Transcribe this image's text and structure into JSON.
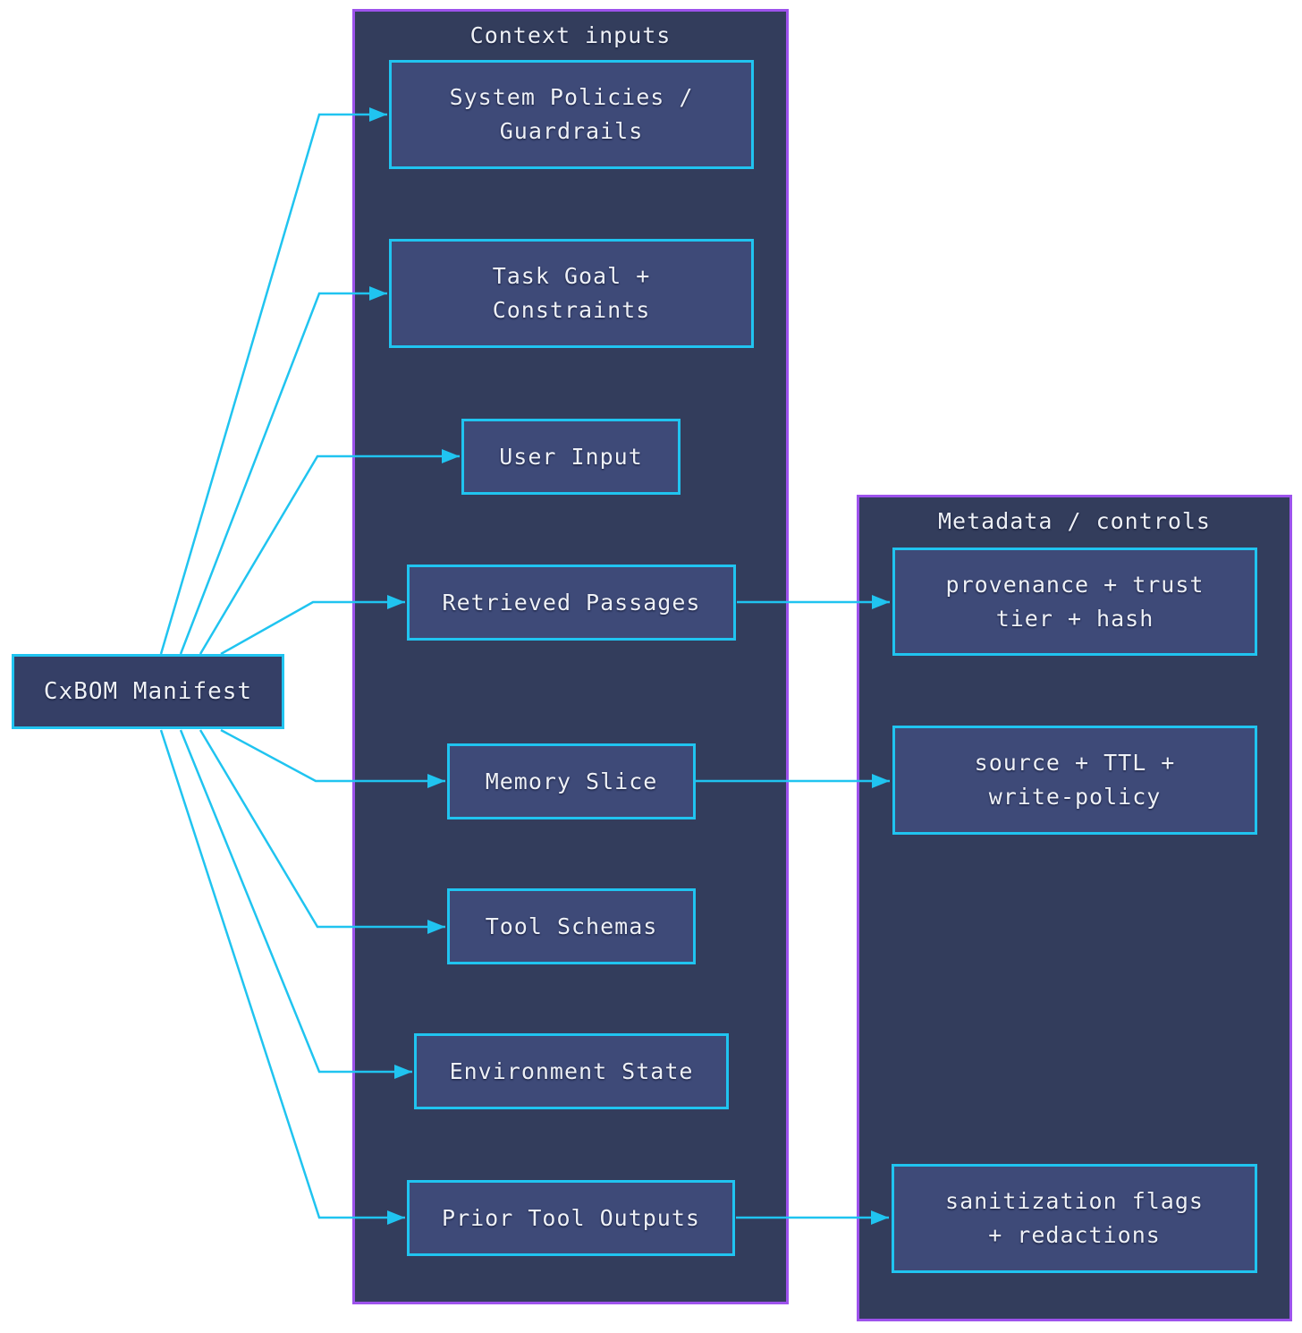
{
  "colors": {
    "accent": "#20c4f0",
    "purple": "#9d53ec",
    "container-fill": "#333d5c",
    "node-fill": "#3e4a78",
    "manifest-fill": "#353f66",
    "text": "#eef1f7",
    "bg": "#ffffff"
  },
  "manifest": {
    "id": "cxbom-manifest",
    "label": "CxBOM Manifest"
  },
  "context_group": {
    "title": "Context inputs",
    "nodes": [
      {
        "id": "system-policies",
        "label": "System Policies /\nGuardrails"
      },
      {
        "id": "task-goal",
        "label": "Task Goal +\nConstraints"
      },
      {
        "id": "user-input",
        "label": "User Input"
      },
      {
        "id": "retrieved-passages",
        "label": "Retrieved Passages"
      },
      {
        "id": "memory-slice",
        "label": "Memory Slice"
      },
      {
        "id": "tool-schemas",
        "label": "Tool Schemas"
      },
      {
        "id": "environment-state",
        "label": "Environment State"
      },
      {
        "id": "prior-tool-outputs",
        "label": "Prior Tool Outputs"
      }
    ]
  },
  "metadata_group": {
    "title": "Metadata / controls",
    "nodes": [
      {
        "id": "provenance-trust",
        "label": "provenance + trust\ntier + hash"
      },
      {
        "id": "source-ttl",
        "label": "source + TTL +\nwrite-policy"
      },
      {
        "id": "sanitization-flags",
        "label": "sanitization flags\n+ redactions"
      }
    ]
  },
  "edges": [
    {
      "from": "cxbom-manifest",
      "to": "system-policies"
    },
    {
      "from": "cxbom-manifest",
      "to": "task-goal"
    },
    {
      "from": "cxbom-manifest",
      "to": "user-input"
    },
    {
      "from": "cxbom-manifest",
      "to": "retrieved-passages"
    },
    {
      "from": "cxbom-manifest",
      "to": "memory-slice"
    },
    {
      "from": "cxbom-manifest",
      "to": "tool-schemas"
    },
    {
      "from": "cxbom-manifest",
      "to": "environment-state"
    },
    {
      "from": "cxbom-manifest",
      "to": "prior-tool-outputs"
    },
    {
      "from": "retrieved-passages",
      "to": "provenance-trust"
    },
    {
      "from": "memory-slice",
      "to": "source-ttl"
    },
    {
      "from": "prior-tool-outputs",
      "to": "sanitization-flags"
    }
  ]
}
